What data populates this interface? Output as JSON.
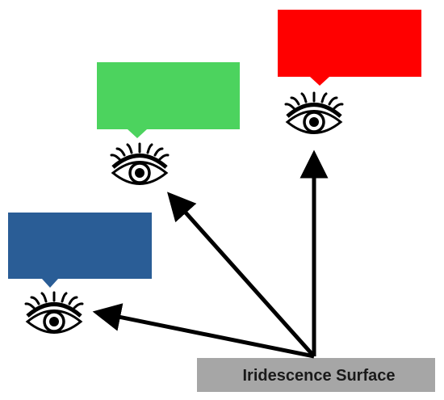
{
  "surface": {
    "label": "Iridescence Surface",
    "fill": "#a6a6a6"
  },
  "viewers": [
    {
      "id": "blue",
      "color": "#2a5d96",
      "icon": "eye-icon"
    },
    {
      "id": "green",
      "color": "#4cd35e",
      "icon": "eye-icon"
    },
    {
      "id": "red",
      "color": "#ff0000",
      "icon": "eye-icon"
    }
  ],
  "arrow_color": "#000000"
}
